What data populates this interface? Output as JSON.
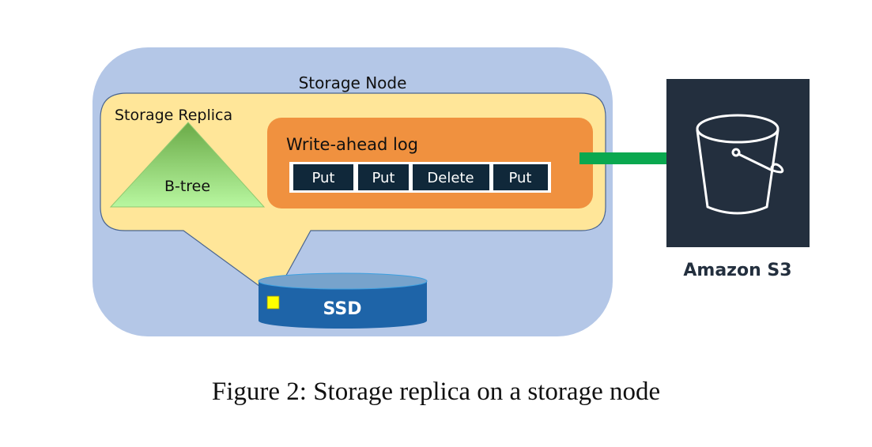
{
  "figure": {
    "caption": "Figure 2: Storage replica on a storage node",
    "storage_node": {
      "label": "Storage Node",
      "color": "#b4c7e7"
    },
    "storage_replica": {
      "label": "Storage Replica",
      "color": "#ffe699"
    },
    "btree": {
      "label": "B-tree",
      "color_top": "#70ad47",
      "color_bottom": "#b8f5a0"
    },
    "wal": {
      "label": "Write-ahead log",
      "color": "#f0913f",
      "entries": [
        {
          "label": "Put"
        },
        {
          "label": "Put"
        },
        {
          "label": "Delete"
        },
        {
          "label": "Put"
        }
      ],
      "entry_color": "#10283a"
    },
    "ssd": {
      "label": "SSD",
      "color": "#1e64a8"
    },
    "arrow": {
      "color": "#0aa84f"
    },
    "s3": {
      "label": "Amazon S3",
      "color": "#232f3e"
    }
  }
}
